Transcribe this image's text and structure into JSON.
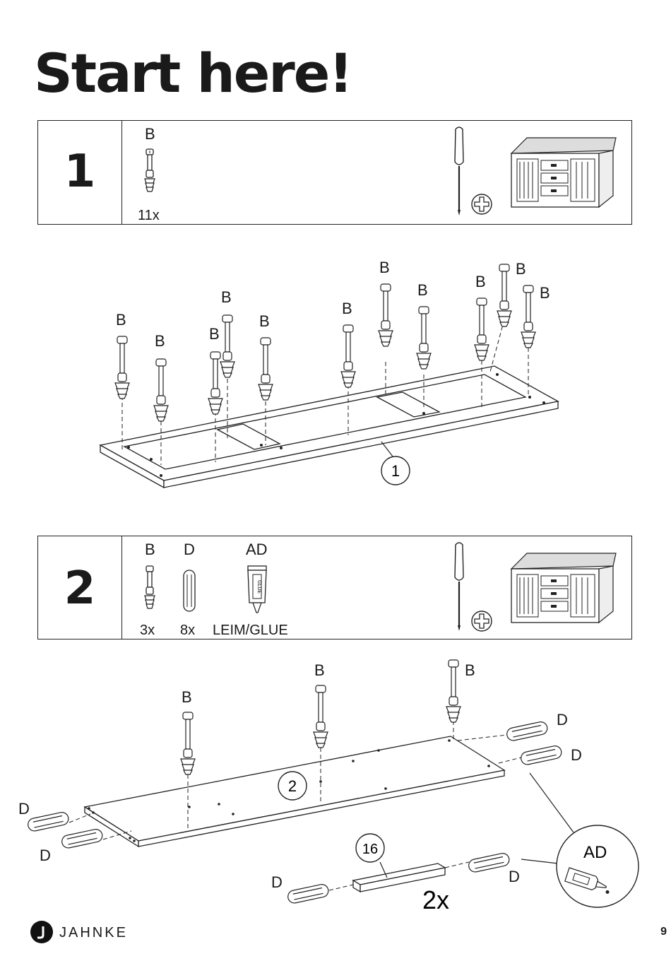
{
  "page": {
    "title": "Start here!",
    "page_number": "9"
  },
  "brand": {
    "name": "JAHNKE"
  },
  "step1": {
    "number": "1",
    "parts": [
      {
        "label": "B",
        "qty": "11x"
      }
    ],
    "tools": [
      "screwdriver-icon",
      "phillips-head-icon"
    ],
    "diagram": {
      "part_label": "B",
      "panel_label": "1"
    }
  },
  "step2": {
    "number": "2",
    "parts": [
      {
        "label": "B",
        "qty": "3x"
      },
      {
        "label": "D",
        "qty": "8x"
      },
      {
        "label": "AD",
        "qty": "LEIM/GLUE"
      }
    ],
    "glue_tube_text": "GLUE",
    "diagram": {
      "panel_label": "2",
      "rail_label": "16",
      "rail_qty": "2x",
      "screw_label": "B",
      "dowel_label": "D",
      "glue_label": "AD"
    }
  }
}
